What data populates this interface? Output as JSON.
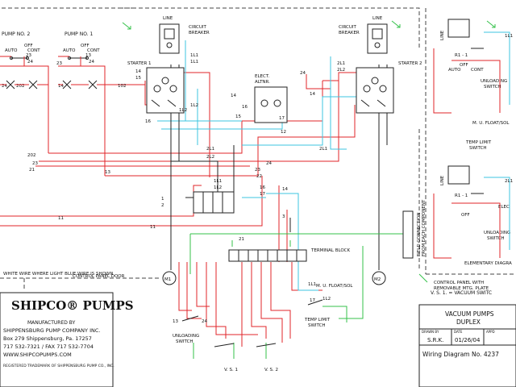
{
  "pumps": {
    "pump2_label": "PUMP NO. 2",
    "pump1_label": "PUMP NO. 1",
    "switch_off": "OFF",
    "switch_auto": "AUTO",
    "switch_cont": "CONT"
  },
  "breakers": {
    "line": "LINE",
    "circuit_breaker_line1": "CIRCUIT",
    "circuit_breaker_line2": "BREAKER"
  },
  "starters": {
    "starter1": "STARTER 1",
    "starter2": "STARTER 2"
  },
  "alternator": {
    "line1": "ELECT.",
    "line2": "ALTNR."
  },
  "motors": {
    "m1": "M1",
    "m2": "M2"
  },
  "terminal_block": "TERMINAL BLOCK",
  "control_panel_door": "CONTROL PANEL DOOR",
  "control_panel_plate_line1": "CONTROL PANEL WITH",
  "control_panel_plate_line2": "REMOVABLE MTG. PLATE",
  "field_connection_line1": "FIELD CONNECTION",
  "field_connection_line2": "FROM EACH COMPONENT",
  "wire_note": "WHITE WIRE WHERE LIGHT BLUE WIRE IS SHOWN",
  "switches": {
    "unloading_switch_line1": "UNLOADING",
    "unloading_switch_line2": "SWITCH",
    "vs1": "V. S. 1",
    "vs2": "V. S. 2",
    "temp_limit_line1": "TEMP LIMIT",
    "temp_limit_line2": "SWITCH",
    "mu_float": "M. U. FLOAT/SOL"
  },
  "elementary": {
    "line": "LINE",
    "r1": "R1 - 1",
    "elec": "ELEC",
    "off": "OFF",
    "auto": "AUTO",
    "cont": "CONT",
    "unloading_line1": "UNLOADING",
    "unloading_line2": "SWITCH",
    "mu_float": "M. U. FLOAT/SOL",
    "temp_limit_line1": "TEMP LIMIT",
    "temp_limit_line2": "SWITCH",
    "title": "ELEMENTARY DIAGRA"
  },
  "company": {
    "logo": "SHIPCO® PUMPS",
    "manufactured_by": "MANUFACTURED BY",
    "name": "SHIPPENSBURG PUMP COMPANY INC.",
    "address": "Box 279    Shippensburg, Pa. 17257",
    "phone": "717 532-7321 / FAX 717 532-7704",
    "web": "WWW.SHIPCOPUMPS.COM",
    "trademark": "REGISTERED TRADEMARK OF SHIPPENSBURG PUMP CO., INC."
  },
  "vs_legend": "V. S. 1.   =  VACUUM SWITC",
  "title_block": {
    "title_line1": "VACUUM PUMPS",
    "title_line2": "DUPLEX",
    "drawn_by_label": "DRAWN BY",
    "date_label": "DATE",
    "approved_label": "APPD",
    "drawn_by": "S.R.K.",
    "date": "01/26/04",
    "diagram_no": "Wiring Diagram  No. 4237"
  },
  "wire_numbers": {
    "w1": "1",
    "w2": "2",
    "w3": "3",
    "w11": "11",
    "w12": "12",
    "w13": "13",
    "w14": "14",
    "w15": "15",
    "w16": "16",
    "w17": "17",
    "w21": "21",
    "w22": "22",
    "w23": "23",
    "w24": "24",
    "w102": "102",
    "w202": "202",
    "w1l1": "1L1",
    "w1l2": "1L2",
    "w2l1": "2L1",
    "w2l2": "2L2"
  }
}
